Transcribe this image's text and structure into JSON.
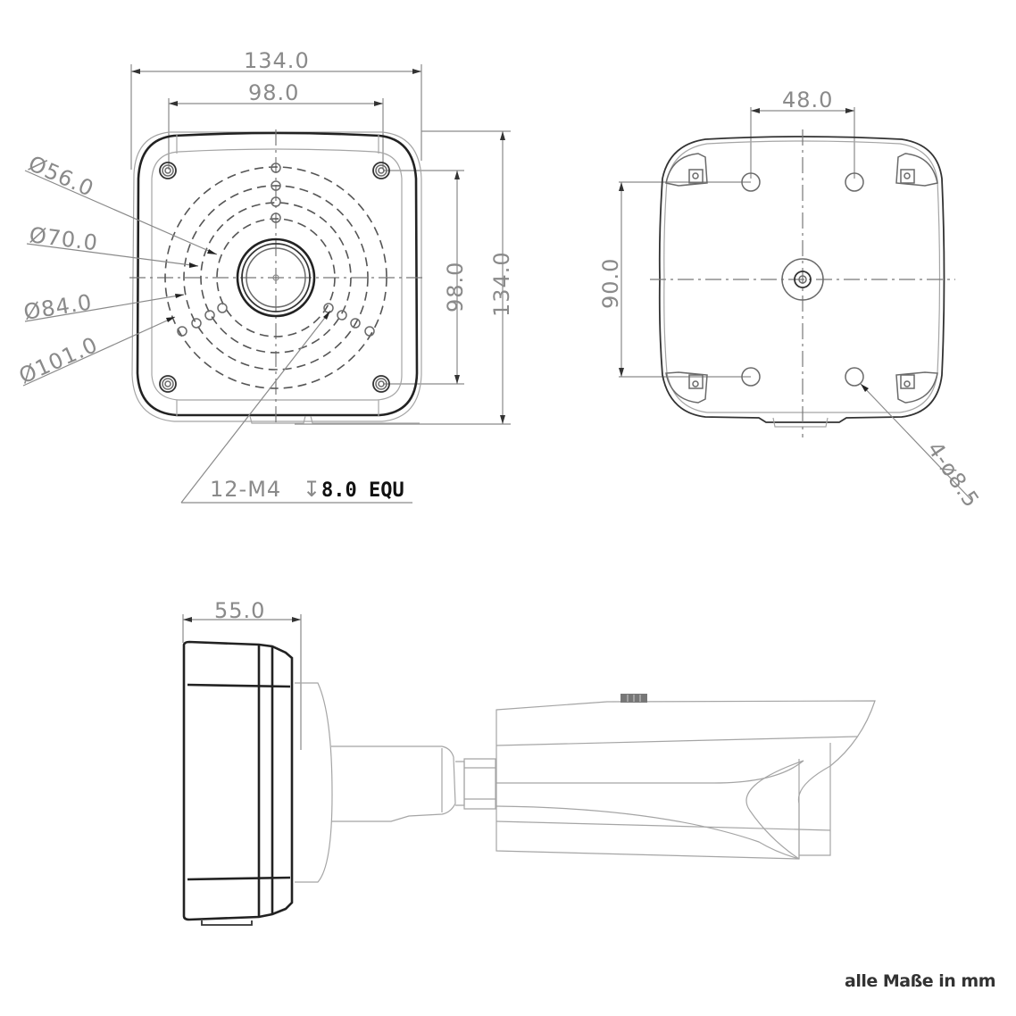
{
  "drawing": {
    "front_view": {
      "overall_width": "134.0",
      "hole_span_width": "98.0",
      "hole_span_height": "98.0",
      "overall_height": "134.0",
      "diameters": [
        "Ø56.0",
        "Ø70.0",
        "Ø84.0",
        "Ø101.0"
      ],
      "thread_callout_prefix": "12-M4",
      "thread_depth_symbol": "↧",
      "thread_callout_suffix": "8.0 EQU"
    },
    "rear_view": {
      "hole_spacing_horizontal": "48.0",
      "hole_spacing_vertical": "90.0",
      "hole_callout": "4-ø8.5"
    },
    "side_view": {
      "depth": "55.0"
    },
    "note": "alle Maße in mm"
  },
  "colors": {
    "line_dark": "#222222",
    "line_dim": "#8a8a8a",
    "background": "#ffffff"
  }
}
